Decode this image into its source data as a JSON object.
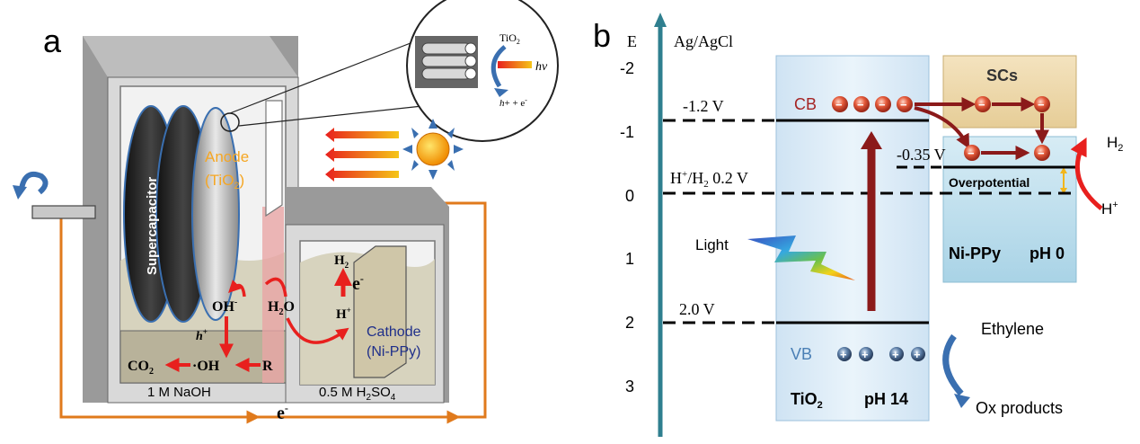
{
  "panel_a": {
    "label": "a",
    "supercapacitor": "Supercapacitor",
    "anode_line1": "Anode",
    "anode_line2": "(TiO",
    "anode_sub": "2",
    "anode_close": ")",
    "inset_tio2": "TiO",
    "inset_tio2_sub": "2",
    "inset_hv": "hν",
    "inset_hplus": "h",
    "inset_hplus_rest": "+ + e",
    "inset_eminus": "-",
    "oh_minus": "OH",
    "oh_sup": "-",
    "h_plus_small": "h",
    "h_plus_small_sup": "+",
    "co2": "CO",
    "co2_sub": "2",
    "oh_radical": "·OH",
    "r_label": "R",
    "h2o": "H",
    "h2o_sub": "2",
    "h2o_end": "O",
    "h2": "H",
    "h2_sub": "2",
    "hplus": "H",
    "hplus_sup": "+",
    "e_minus_cathode": "e",
    "e_minus_cathode_sup": "-",
    "cathode_line1": "Cathode",
    "cathode_line2": "(Ni-PPy)",
    "naoh": "1 M NaOH",
    "h2so4": "0.5 M H",
    "h2so4_sub": "2",
    "h2so4_end": "SO",
    "h2so4_sub2": "4",
    "e_bottom": "e",
    "e_bottom_sup": "-"
  },
  "panel_b": {
    "label": "b",
    "axis_title": "E",
    "reference": "Ag/AgCl",
    "ticks": [
      "-2",
      "-1",
      "0",
      "1",
      "2",
      "3"
    ],
    "cb_level": "-1.2 V",
    "hydrogen_level_prefix": "H",
    "hydrogen_level_sup": "+",
    "hydrogen_level_mid": "/H",
    "hydrogen_level_sub": "2",
    "hydrogen_level_value": " 0.2 V",
    "vb_level": "2.0 V",
    "nippy_level": "-0.35 V",
    "cb": "CB",
    "vb": "VB",
    "light": "Light",
    "tio2": "TiO",
    "tio2_sub": "2",
    "ph14": "pH 14",
    "scs": "SCs",
    "overpotential": "Overpotential",
    "nippy": "Ni-PPy",
    "ph0": "pH 0",
    "h2_out": "H",
    "h2_out_sub": "2",
    "hplus_out": "H",
    "hplus_out_sup": "+",
    "ethylene": "Ethylene",
    "ox_products": "Ox products",
    "electron_symbol": "−",
    "hole_symbol": "+"
  },
  "colors": {
    "orange_wire": "#e07a1c",
    "red_arrow": "#e8201e",
    "dark_red": "#8b1a1a",
    "blue_cathode": "#1f2f8a",
    "anode_orange": "#f5a623",
    "axis_teal": "#2f7f8f",
    "cb_red": "#a52424",
    "vb_blue": "#4a7fb5",
    "blue_arrow": "#3a6fb0"
  }
}
